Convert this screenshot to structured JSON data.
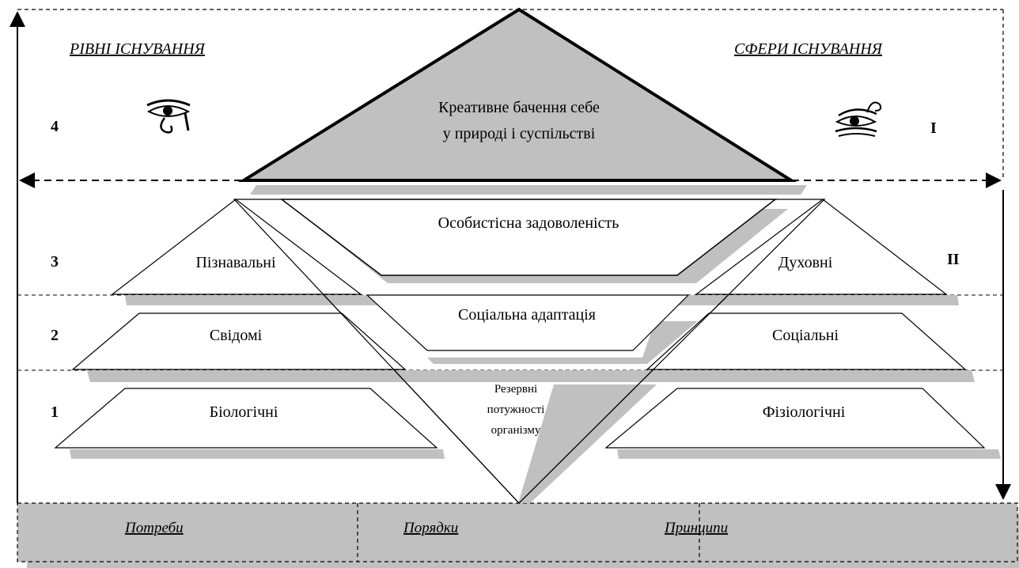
{
  "headers": {
    "left": "РІВНІ ІСНУВАННЯ",
    "right": "СФЕРИ ІСНУВАННЯ"
  },
  "levels": [
    "4",
    "3",
    "2",
    "1"
  ],
  "spheres": [
    "I",
    "II"
  ],
  "apex": {
    "line1": "Креативне бачення себе",
    "line2": "у природі і суспільстві"
  },
  "center_shapes": [
    "Особистісна задоволеність",
    "Соціальна адаптація"
  ],
  "reserve": {
    "line1": "Резервні",
    "line2": "потужності",
    "line3": "організму"
  },
  "left_column": [
    "Пізнавальні",
    "Свідомі",
    "Біологічні"
  ],
  "right_column": [
    "Духовні",
    "Соціальні",
    "Фізіологічні"
  ],
  "footer": {
    "left": "Потреби",
    "middle": "Порядки",
    "right": "Принципи"
  },
  "icons": {
    "left": "eye-of-horus-icon",
    "right": "eye-of-ra-icon"
  },
  "colors": {
    "shade": "#c0c0c0",
    "apex_fill": "#c0c0c0",
    "line": "#000000"
  }
}
